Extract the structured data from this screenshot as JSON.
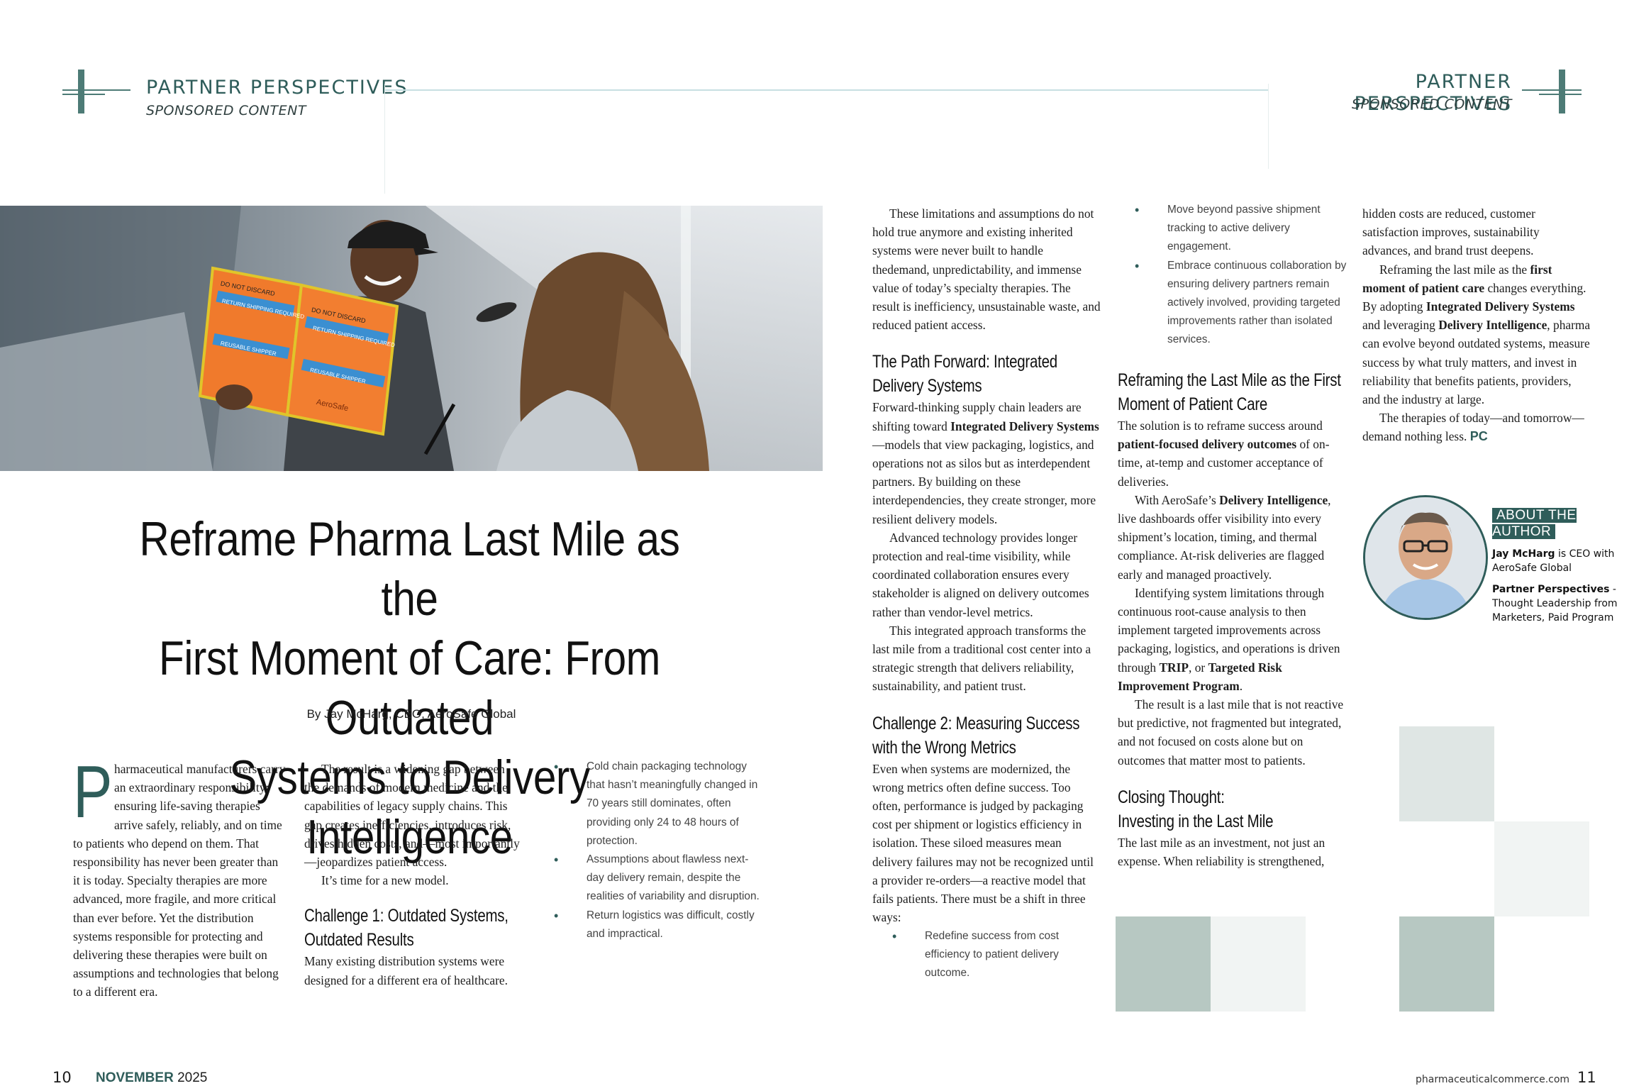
{
  "header": {
    "section": "PARTNER PERSPECTIVES",
    "sponsored": "SPONSORED CONTENT"
  },
  "photo": {
    "box_label_1": "DO NOT DISCARD",
    "box_label_2": "RETURN SHIPPING REQUIRED",
    "box_label_3": "REUSABLE SHIPPER",
    "box_brand": "AeroSafe"
  },
  "article": {
    "title_lines": [
      "Reframe Pharma Last Mile as the",
      "First Moment of Care: From Outdated",
      "Systems to Delivery Intelligence"
    ],
    "byline": "By Jay McHarg, CEO, AeroSafe Global",
    "intro_dropcap": "P",
    "intro_rest": "harmaceutical manufacturers carry an extraordinary responsibility: ensuring life-saving therapies arrive safely, reliably, and on time to patients who depend on them. That responsibility has never been greater than it is today. Specialty therapies are more advanced, more fragile, and more critical than ever before. Yet the distribution systems responsible for protecting and delivering these therapies were built on assumptions and technologies that belong to a different era.",
    "col2_p1": "The result is a widening gap between the demands of modern medicine and the capabilities of legacy supply chains. This gap creates inefficiencies, introduces risk, drives hidden costs, and—most importantly—jeopardizes patient access.",
    "col2_p2": "It’s time for a new model.",
    "h_challenge1": "Challenge 1: Outdated Systems, Outdated Results",
    "challenge1_p": "Many existing distribution systems were designed for a different era of healthcare.",
    "col3_bullets": [
      "Cold chain packaging technology that hasn’t meaningfully changed in 70 years still dominates, often providing only 24 to 48 hours of protection.",
      "Assumptions about flawless next-day delivery remain, despite the realities of variability and disruption.",
      "Return logistics was difficult, costly and impractical."
    ],
    "col4_p1": "These limitations and assumptions do not hold true anymore and existing inherited systems were never built to handle thedemand, unpredictability, and immense value of today’s specialty therapies. The result is inefficiency, unsustainable waste, and reduced patient access.",
    "h_path": "The Path Forward: Integrated Delivery Systems",
    "path_p1_a": "Forward-thinking supply chain leaders are shifting toward ",
    "path_p1_b": "Integrated Delivery Systems",
    "path_p1_c": "—models that view packaging, logistics, and operations not as silos but as interdependent partners. By building on these interdependencies, they create stronger, more resilient delivery models.",
    "path_p2": "Advanced technology provides longer protection and real-time visibility, while coordinated collaboration ensures every stakeholder is aligned on delivery outcomes rather than vendor-level metrics.",
    "path_p3": "This integrated approach transforms the last mile from a traditional cost center into a strategic strength that delivers reliability, sustainability, and patient trust.",
    "h_challenge2": "Challenge 2: Measuring Success with the Wrong Metrics",
    "challenge2_p": "Even when systems are modernized, the wrong metrics often define success. Too often, performance is judged by packaging cost per shipment or logistics efficiency in isolation. These siloed measures mean delivery failures may not be recognized until a provider re-orders—a reactive model that fails patients. There must be a shift in three ways:",
    "col4_bullets": [
      "Redefine success from cost efficiency to patient delivery outcome."
    ],
    "col5_bullets": [
      "Move beyond passive shipment tracking to active delivery engagement.",
      "Embrace continuous collaboration by ensuring delivery partners remain actively involved, providing targeted improvements rather than isolated services."
    ],
    "h_reframe": "Reframing the Last Mile as the First Moment of Patient Care",
    "reframe_p1_a": "The solution is to reframe success around ",
    "reframe_p1_b": "patient-focused delivery outcomes",
    "reframe_p1_c": " of on-time, at-temp and customer acceptance of deliveries.",
    "reframe_p2_a": "With AeroSafe’s ",
    "reframe_p2_b": "Delivery Intelligence",
    "reframe_p2_c": ", live dashboards offer visibility into every shipment’s location, timing, and thermal compliance. At-risk deliveries are flagged early and managed proactively.",
    "reframe_p3_a": "Identifying system limitations through continuous root-cause analysis to then implement targeted improvements across packaging, logistics, and operations is driven through ",
    "reframe_p3_b": "TRIP",
    "reframe_p3_c": ", or ",
    "reframe_p3_d": "Targeted Risk Improvement Program",
    "reframe_p3_e": ".",
    "reframe_p4": "The result is a last mile that is not reactive but predictive, not fragmented but integrated, and not focused on costs alone but on outcomes that matter most to patients.",
    "h_closing_1": "Closing Thought:",
    "h_closing_2": "Investing in the Last Mile",
    "closing_p": "The last mile as an investment, not just an expense. When reliability is strengthened,",
    "col6_p1": "hidden costs are reduced, customer satisfaction improves, sustainability advances, and brand trust deepens.",
    "col6_p2_a": "Reframing the last mile as the ",
    "col6_p2_b": "first moment of patient care",
    "col6_p2_c": " changes everything. By adopting ",
    "col6_p2_d": "Integrated Delivery Systems",
    "col6_p2_e": " and leveraging ",
    "col6_p2_f": "Delivery Intelligence",
    "col6_p2_g": ", pharma can evolve beyond outdated systems, measure success by what truly matters, and invest in reliability that benefits patients, providers, and the industry at large.",
    "col6_p3": "The therapies of today—and tomorrow—demand nothing less.",
    "end_mark": "PC"
  },
  "author": {
    "heading": "ABOUT THE AUTHOR",
    "name": "Jay McHarg",
    "role": " is CEO with AeroSafe Global",
    "program_bold": "Partner Perspectives",
    "program_rest": " - Thought Leadership from Marketers, Paid Program"
  },
  "footer": {
    "left_page": "10",
    "month": "NOVEMBER",
    "year": "2025",
    "url": "pharmaceuticalcommerce.com",
    "right_page": "11"
  }
}
